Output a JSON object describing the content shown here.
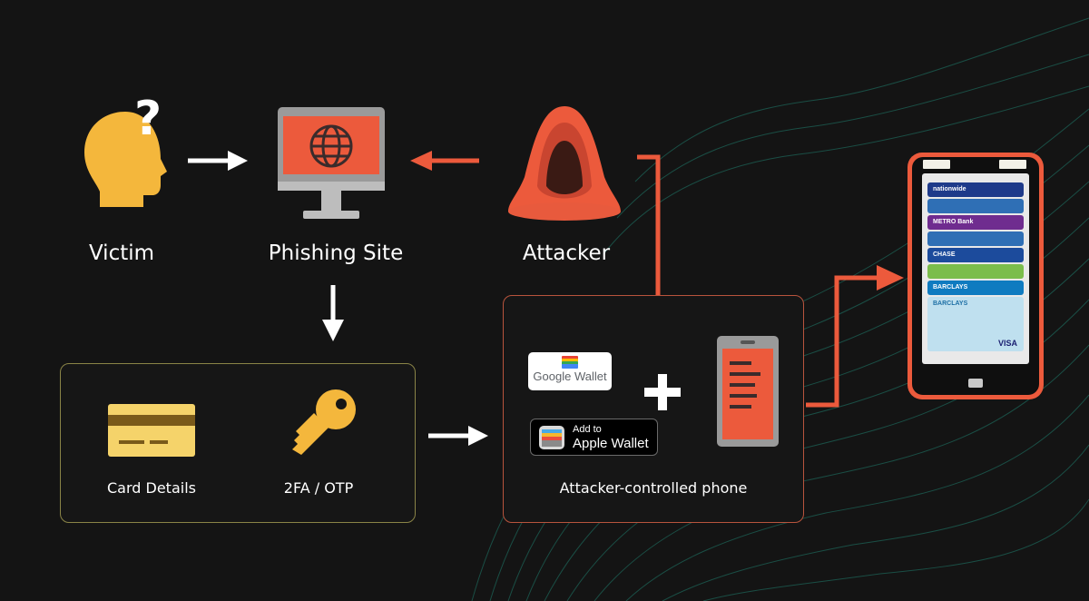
{
  "nodes": {
    "victim": "Victim",
    "phishing_site": "Phishing Site",
    "attacker": "Attacker",
    "card_details": "Card Details",
    "otp": "2FA / OTP",
    "attacker_phone": "Attacker-controlled phone"
  },
  "badges": {
    "google_wallet": "Google Wallet",
    "apple_wallet_line1": "Add to",
    "apple_wallet_line2": "Apple Wallet"
  },
  "phone_screen": {
    "cards": [
      "nationwide",
      "",
      "METRO Bank",
      "",
      "CHASE",
      "",
      "BARCLAYS",
      "BARCLAYS"
    ],
    "visa": "VISA"
  },
  "colors": {
    "background": "#141414",
    "accent_red": "#ec5a3c",
    "victim_yellow": "#f4b73c",
    "arrow_white": "#ffffff"
  },
  "icons": [
    "question-head-icon",
    "globe-monitor-icon",
    "hooded-figure-icon",
    "credit-card-icon",
    "key-icon",
    "plus-icon",
    "smartphone-icon",
    "arrow-right-icon",
    "arrow-left-icon",
    "arrow-down-icon"
  ]
}
